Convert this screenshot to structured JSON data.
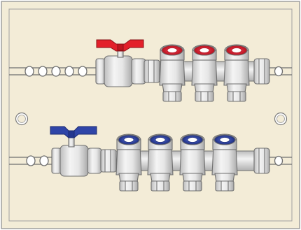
{
  "colors": {
    "panel_fill": "#f3ecd7",
    "panel_border": "#8c8c8c",
    "metal_light": "#f2f2f2",
    "metal_mid": "#d4d4d4",
    "metal_dark": "#a8a8a8",
    "outline": "#6f6f6f",
    "hot_handle": "#e3202a",
    "hot_cap": "#d8283a",
    "cold_handle": "#2f45a8",
    "cold_cap": "#3a4fae"
  },
  "icons": {
    "hot_valve_handle": "red-butterfly-handle-icon",
    "cold_valve_handle": "blue-butterfly-handle-icon"
  },
  "manifold": {
    "hot_outlets": 3,
    "cold_outlets": 4,
    "mounting_holes": 2
  }
}
